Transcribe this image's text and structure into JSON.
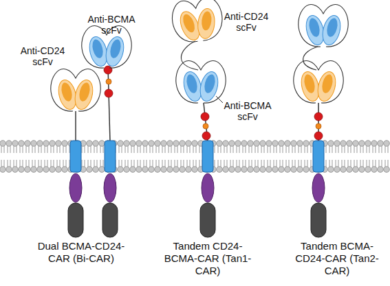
{
  "diagram": {
    "labels": [
      "Anti-BCMA scFv",
      "Anti-CD24 scFv",
      "Anti-CD24 scFv",
      "Anti-BCMA scFv",
      "Dual BCMA-CD24-CAR (Bi-CAR)",
      "Tandem CD24-BCMA-CAR (Tan1-CAR)",
      "Tandem BCMA-CD24-CAR (Tan2-CAR)"
    ]
  }
}
